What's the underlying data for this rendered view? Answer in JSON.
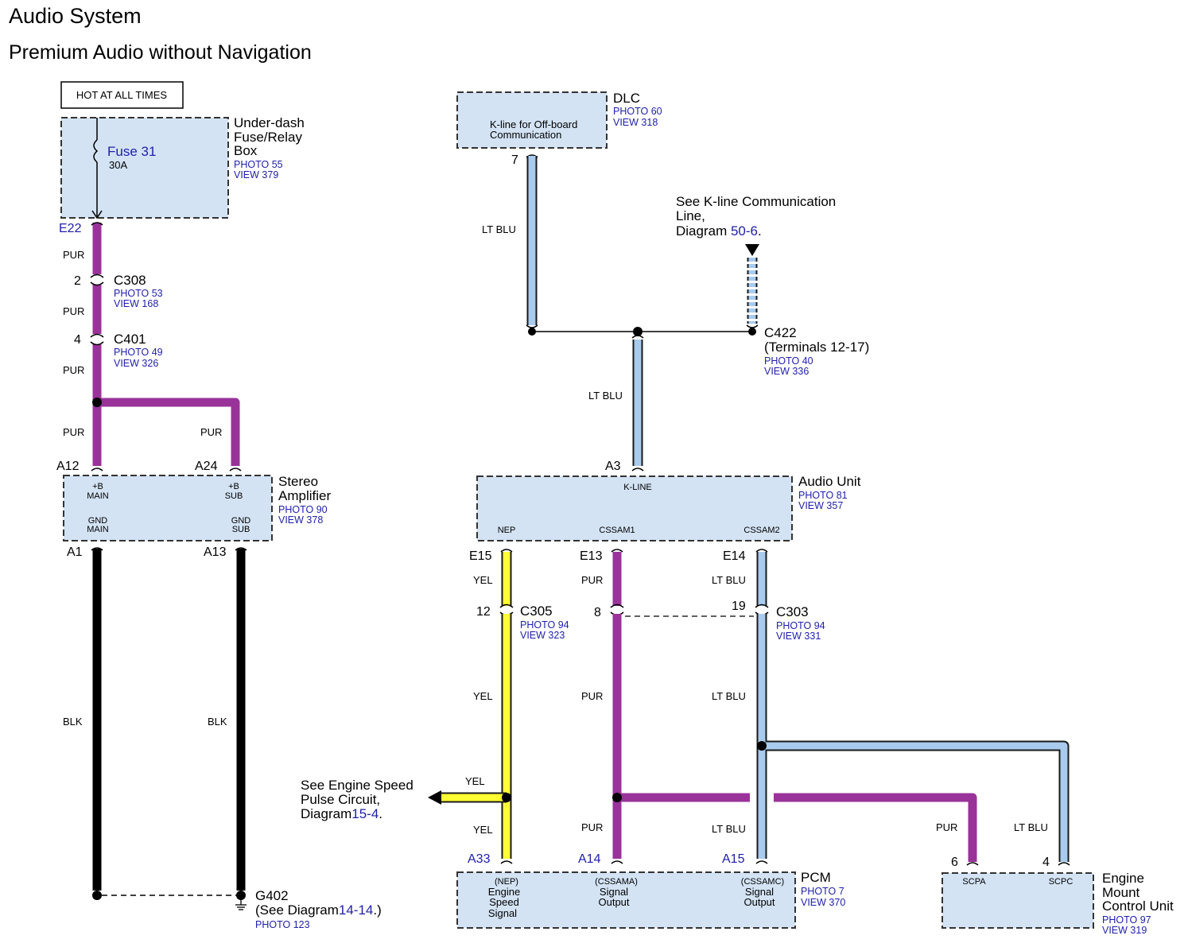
{
  "title": "Audio System",
  "subtitle": "Premium Audio without Navigation",
  "hot_label": "HOT AT ALL TIMES",
  "wire_colors": {
    "PUR": "#993399",
    "LT BLU": "#a8cbee",
    "YEL": "#ffff33",
    "BLK": "#000000"
  },
  "fuse_box": {
    "name_lines": [
      "Under-dash",
      "Fuse/Relay",
      "Box"
    ],
    "photo": "PHOTO 55",
    "view": "VIEW 379",
    "fuse": "Fuse 31",
    "rating": "30A",
    "terminal": "E22"
  },
  "c308": {
    "name": "C308",
    "pin": "2",
    "photo": "PHOTO 53",
    "view": "VIEW 168"
  },
  "c401": {
    "name": "C401",
    "pin": "4",
    "photo": "PHOTO 49",
    "view": "VIEW 326"
  },
  "amplifier": {
    "name_lines": [
      "Stereo",
      "Amplifier"
    ],
    "photo": "PHOTO 90",
    "view": "VIEW 378",
    "pins": {
      "a12": "A12",
      "a24": "A24",
      "a1": "A1",
      "a13": "A13"
    },
    "inner": {
      "b_main": [
        "+B",
        "MAIN"
      ],
      "b_sub": [
        "+B",
        "SUB"
      ],
      "gnd_main": [
        "GND",
        "MAIN"
      ],
      "gnd_sub": [
        "GND",
        "SUB"
      ]
    }
  },
  "g402": {
    "name": "G402",
    "see_prefix": "(See Diagram",
    "see_ref": "14-14",
    "see_suffix": ".)",
    "photo": "PHOTO 123"
  },
  "dlc": {
    "name": "DLC",
    "photo": "PHOTO 60",
    "view": "VIEW 318",
    "inner": [
      "K-line for Off-board",
      "Communication"
    ],
    "pin": "7"
  },
  "kline_note": {
    "lines": [
      "See K-line Communication",
      "Line,"
    ],
    "diagram_prefix": "Diagram ",
    "diagram_ref": "50-6",
    "diagram_suffix": "."
  },
  "c422": {
    "name": "C422",
    "terminals": "(Terminals 12-17)",
    "photo": "PHOTO 40",
    "view": "VIEW 336"
  },
  "audio_unit": {
    "name": "Audio Unit",
    "photo": "PHOTO 81",
    "view": "VIEW 357",
    "top_pin": "A3",
    "k_line": "K-LINE",
    "nep": "NEP",
    "cssam1": "CSSAM1",
    "cssam2": "CSSAM2",
    "pins": {
      "e15": "E15",
      "e13": "E13",
      "e14": "E14"
    }
  },
  "c305": {
    "name": "C305",
    "pin": "12",
    "photo": "PHOTO 94",
    "view": "VIEW 323"
  },
  "c303": {
    "name": "C303",
    "pin_left": "8",
    "pin_right": "19",
    "photo": "PHOTO 94",
    "view": "VIEW 331"
  },
  "engine_speed_note": {
    "lines": [
      "See Engine Speed",
      "Pulse Circuit,"
    ],
    "diagram_prefix": "Diagram",
    "diagram_ref": "15-4",
    "diagram_suffix": "."
  },
  "pcm": {
    "name": "PCM",
    "photo": "PHOTO 7",
    "view": "VIEW 370",
    "pins": {
      "a33": "A33",
      "a14": "A14",
      "a15": "A15"
    },
    "inner": {
      "nep": [
        "(NEP)",
        "Engine",
        "Speed",
        "Signal"
      ],
      "cssama": [
        "(CSSAMA)",
        "Signal",
        "Output"
      ],
      "cssamc": [
        "(CSSAMC)",
        "Signal",
        "Output"
      ]
    }
  },
  "emcu": {
    "name_lines": [
      "Engine",
      "Mount",
      "Control Unit"
    ],
    "photo": "PHOTO 97",
    "view": "VIEW 319",
    "pin_left": "6",
    "pin_right": "4",
    "scpa": "SCPA",
    "scpc": "SCPC"
  }
}
